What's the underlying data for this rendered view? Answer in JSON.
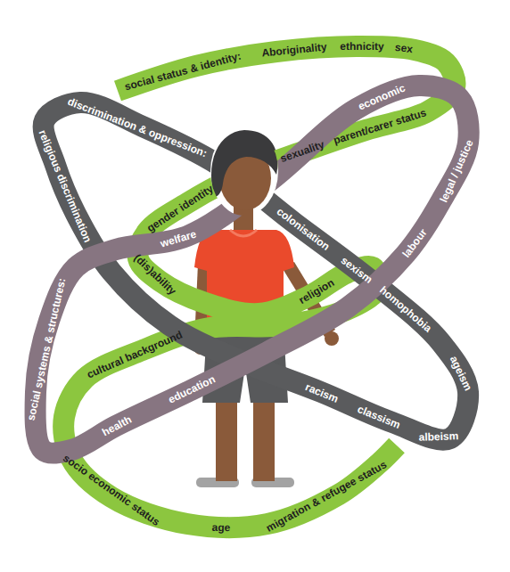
{
  "diagram": {
    "nodes": [
      {
        "text": [
          "social status & identity:",
          "Aboriginality",
          "ethnicity",
          "sex",
          "sexuality",
          "parent/carer status",
          "gender identity",
          "(dis)ability",
          "religion",
          "cultural background",
          "socio economic status",
          "age",
          "migration & refugee status"
        ]
      },
      {
        "text": [
          "discrimination & oppression:",
          "colonisation",
          "sexism",
          "homophobia",
          "ageism",
          "racism",
          "classism",
          "albeism",
          "religious discrimination"
        ]
      },
      {
        "text": [
          "social systems & structures:",
          "welfare",
          "economic",
          "legal / justice",
          "labour",
          "health",
          "education"
        ]
      }
    ]
  }
}
